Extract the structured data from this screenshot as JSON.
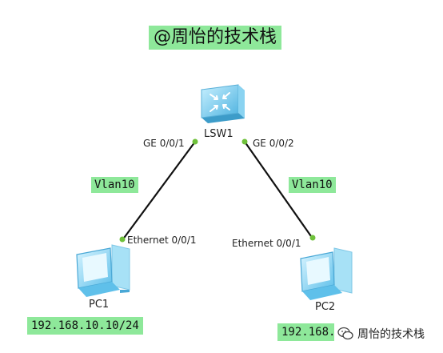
{
  "title": "@周怡的技术栈",
  "switch": {
    "label": "LSW1"
  },
  "pc1": {
    "label": "PC1",
    "ip": "192.168.10.10/24"
  },
  "pc2": {
    "label": "PC2",
    "ip_partial": "192.168.1"
  },
  "ports": {
    "sw_left": "GE 0/0/1",
    "sw_right": "GE 0/0/2",
    "pc1": "Ethernet 0/0/1",
    "pc2": "Ethernet 0/0/1"
  },
  "vlans": {
    "left": "Vlan10",
    "right": "Vlan10"
  },
  "watermark": {
    "text": "周怡的技术栈",
    "icon": "wechat-icon"
  },
  "colors": {
    "highlight": "#8ee89a",
    "link": "#111111",
    "port_dot": "#6fc13b",
    "device": "#7fd0ee"
  }
}
